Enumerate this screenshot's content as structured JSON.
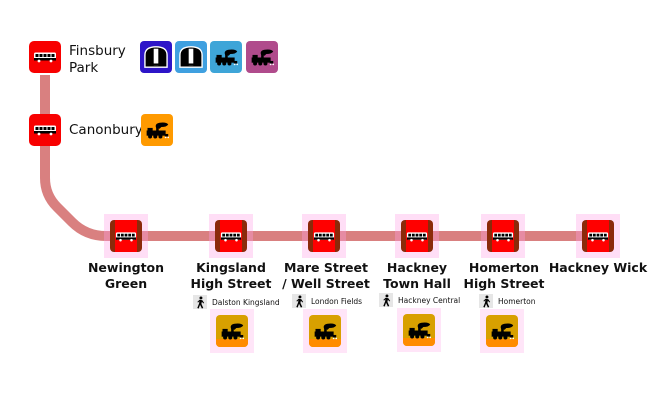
{
  "colors": {
    "route_line": "#d98080",
    "bus_stop_red": "#ff0000",
    "bus_stop_border": "#8b2a0a",
    "tube_dark_blue": "#2d15c8",
    "tube_light_blue": "#3fa0e0",
    "rail_blue": "#3ea5d8",
    "rail_purple": "#b04b8c",
    "rail_orange": "#ff9a00",
    "rail_amber": "#d8a000"
  },
  "stops": [
    {
      "name": "Finsbury Park",
      "lines": [
        "Finsbury",
        "Park"
      ],
      "stop_icon": "bus-icon",
      "interchanges": [
        {
          "icon": "tube-icon",
          "color": "#2d15c8"
        },
        {
          "icon": "tube-icon",
          "color": "#3fa0e0"
        },
        {
          "icon": "train-icon",
          "color": "#3ea5d8"
        },
        {
          "icon": "train-icon",
          "color": "#b04b8c"
        }
      ]
    },
    {
      "name": "Canonbury",
      "lines": [
        "Canonbury"
      ],
      "stop_icon": "bus-icon",
      "interchanges": [
        {
          "icon": "train-icon",
          "color": "#ff9a00"
        }
      ]
    },
    {
      "name": "Newington Green",
      "lines": [
        "Newington",
        "Green"
      ],
      "stop_icon": "bus-icon"
    },
    {
      "name": "Kingsland High Street",
      "lines": [
        "Kingsland",
        "High Street"
      ],
      "stop_icon": "bus-icon",
      "walk_to": "Dalston Kingsland",
      "rail": true
    },
    {
      "name": "Mare Street / Well Street",
      "lines": [
        "Mare Street",
        "/ Well Street"
      ],
      "stop_icon": "bus-icon",
      "walk_to": "London Fields",
      "rail": true
    },
    {
      "name": "Hackney Town Hall",
      "lines": [
        "Hackney",
        "Town Hall"
      ],
      "stop_icon": "bus-icon",
      "walk_to": "Hackney Central",
      "rail": true
    },
    {
      "name": "Homerton High Street",
      "lines": [
        "Homerton",
        "High Street"
      ],
      "stop_icon": "bus-icon",
      "walk_to": "Homerton",
      "rail": true
    },
    {
      "name": "Hackney Wick",
      "lines": [
        "Hackney Wick"
      ],
      "stop_icon": "bus-icon"
    }
  ]
}
